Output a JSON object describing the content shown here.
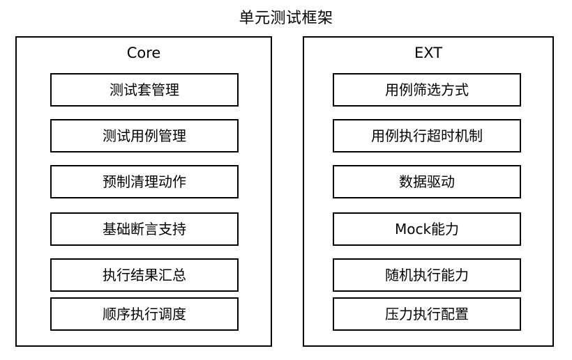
{
  "title": "单元测试框架",
  "colors": {
    "background": "#ffffff",
    "border": "#000000",
    "text": "#000000"
  },
  "groups": [
    {
      "id": "core",
      "title": "Core",
      "items": [
        {
          "label": "测试套管理"
        },
        {
          "label": "测试用例管理"
        },
        {
          "label": "预制清理动作"
        },
        {
          "label": "基础断言支持"
        },
        {
          "label": "执行结果汇总"
        },
        {
          "label": "顺序执行调度"
        }
      ]
    },
    {
      "id": "ext",
      "title": "EXT",
      "items": [
        {
          "label": "用例筛选方式"
        },
        {
          "label": "用例执行超时机制"
        },
        {
          "label": "数据驱动"
        },
        {
          "label": "Mock能力"
        },
        {
          "label": "随机执行能力"
        },
        {
          "label": "压力执行配置"
        }
      ]
    }
  ]
}
